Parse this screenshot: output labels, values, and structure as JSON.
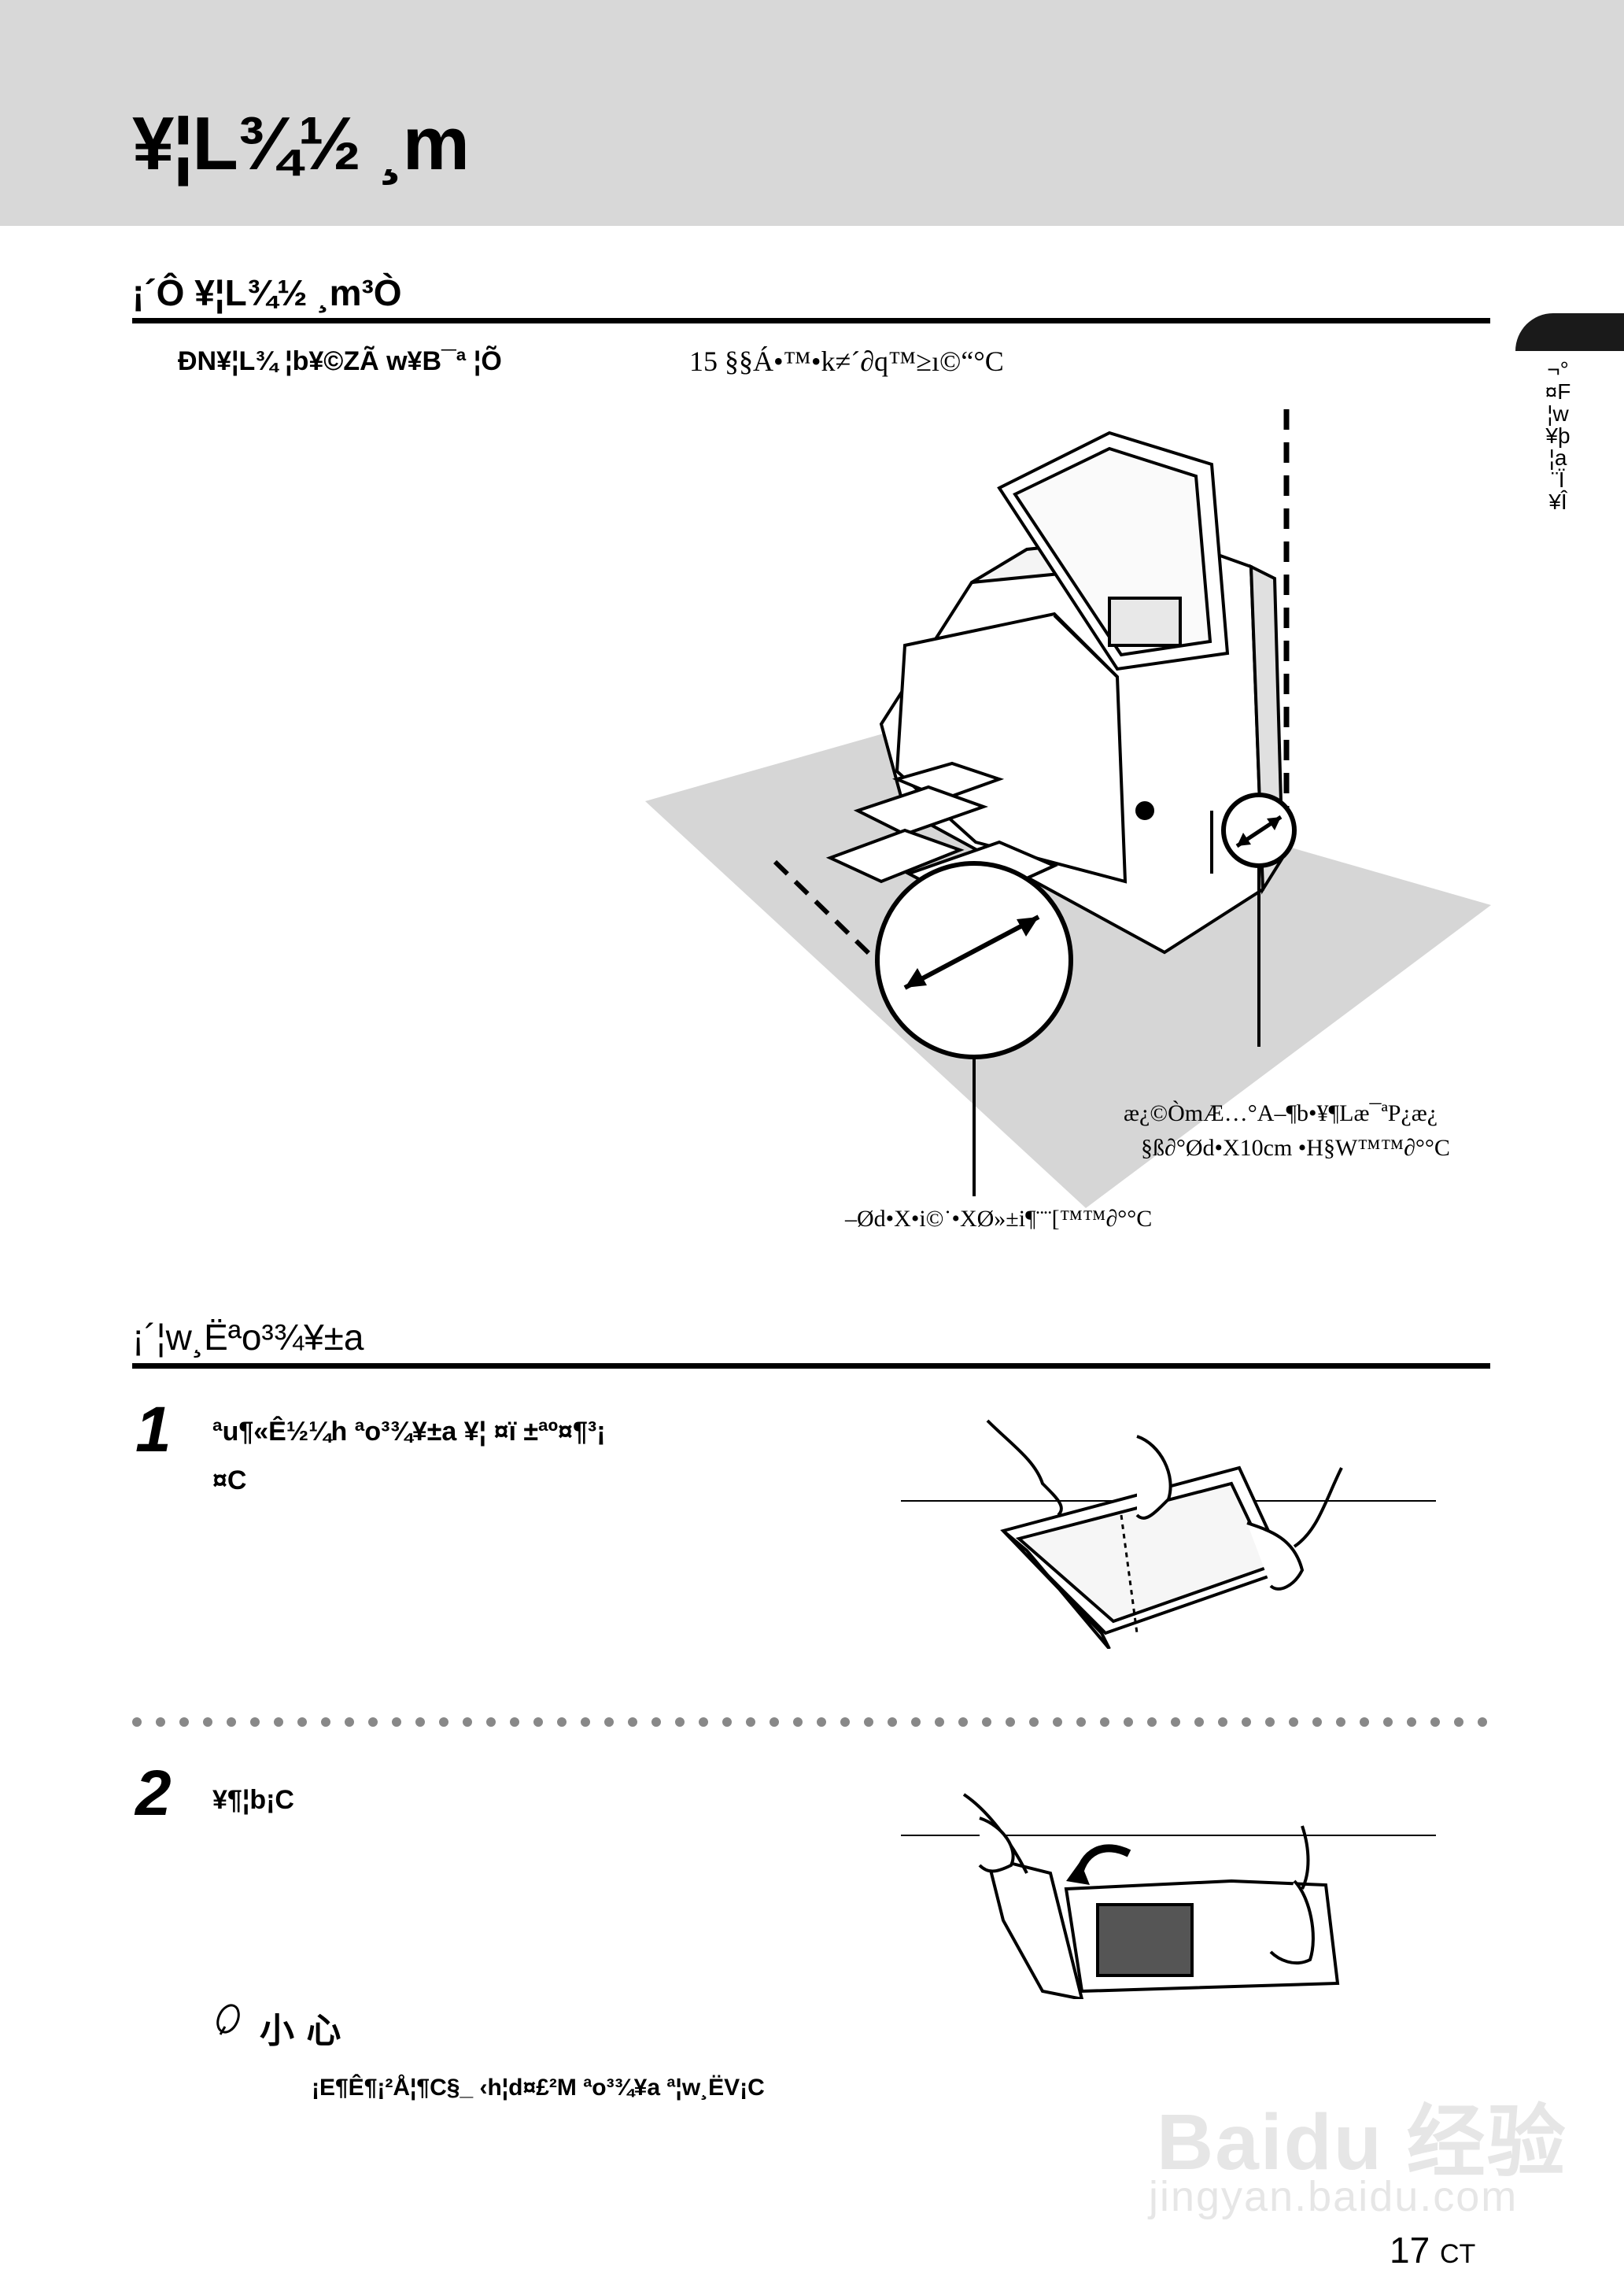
{
  "header": {
    "title": "¥¦L¾½ ¸m"
  },
  "side_tab": {
    "text": "¬°\n¤F\n¦w\n¥þ\n¦a\n¨Ï\n¥Î"
  },
  "section1": {
    "heading": "¡´Ô ¥¦L¾½ ¸m³Ò",
    "note": "ÐN¥¦L¾ ¦b¥©ZÃ w¥B¯ª ¦Õ",
    "temp_note": "15 §§Á•™•k≠´∂q™≥ı©“°C",
    "label_side": "æ¿©ÒmÆ…°A–¶b•¥¶Læ¯ªP¿æ¿",
    "label_side_2": "§ß∂°Ød•X10cm •H§W™™∂°°C",
    "label_front": "–Ød•X•i©˙•XØ»±i¶¨¨[™™∂°°C"
  },
  "section2": {
    "heading": "¡´¦w¸Ëªo³¾¥±a",
    "step1_num": "1",
    "step1_text_line1": "ªu¶«Ê½¼h ªo³¾¥±a ¥¦ ¤ï ±ªº¤¶³¡",
    "step1_text_line2": "¤C",
    "step2_num": "2",
    "step2_text": "¥¶¦b¡C",
    "caution_label": "小 心",
    "caution_text": "¡E¶Ê¶¡²Å¦¶C§_ ‹h¦d¤£²M ªo³¾¥a ª¦w¸ËV¡C"
  },
  "footer": {
    "page_number": "17",
    "page_suffix": "CT"
  },
  "watermark": {
    "main": "Baidu 经验",
    "sub": "jingyan.baidu.com"
  }
}
